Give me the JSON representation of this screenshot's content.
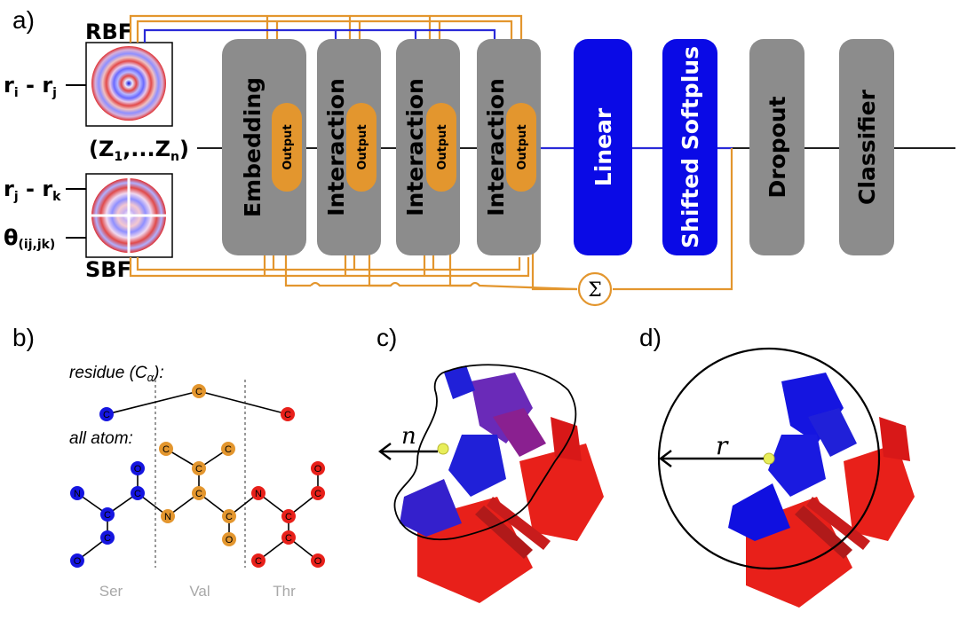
{
  "colors": {
    "orange": "#e3962e",
    "blue": "#0a0ae6",
    "gray": "#8c8c8c",
    "red": "#e8201a"
  },
  "panel_a": {
    "letter": "a)",
    "rbf_label": "RBF",
    "sbf_label": "SBF",
    "inputs": {
      "rij_main": "r",
      "rij_sub_i": "i",
      "rij_mid": " - r",
      "rij_sub_j": "j",
      "rjk_main": "r",
      "rjk_sub_j": "j",
      "rjk_mid": " - r",
      "rjk_sub_k": "k",
      "theta_main": "θ",
      "theta_sub": "(ij,jk)",
      "z_open": "(Z",
      "z_sub1": "1",
      "z_mid": ",...Z",
      "z_subn": "n",
      "z_close": ")"
    },
    "blocks": [
      {
        "label": "Embedding",
        "output": "Output",
        "color": "gray"
      },
      {
        "label": "Interaction",
        "output": "Output",
        "color": "gray"
      },
      {
        "label": "Interaction",
        "output": "Output",
        "color": "gray"
      },
      {
        "label": "Interaction",
        "output": "Output",
        "color": "gray"
      },
      {
        "label": "Linear",
        "color": "blue"
      },
      {
        "label": "Shifted Softplus",
        "color": "blue"
      },
      {
        "label": "Dropout",
        "color": "gray"
      },
      {
        "label": "Classifier",
        "color": "gray"
      }
    ],
    "sum_symbol": "Σ"
  },
  "panel_b": {
    "letter": "b)",
    "residue_label_main": "residue (C",
    "residue_label_sub": "α",
    "residue_label_end": "):",
    "all_atom_label": "all atom:",
    "residues": [
      "Ser",
      "Val",
      "Thr"
    ],
    "atoms": {
      "C": "C",
      "N": "N",
      "O": "O"
    }
  },
  "panel_c": {
    "letter": "c)",
    "label": "n"
  },
  "panel_d": {
    "letter": "d)",
    "label": "r"
  }
}
